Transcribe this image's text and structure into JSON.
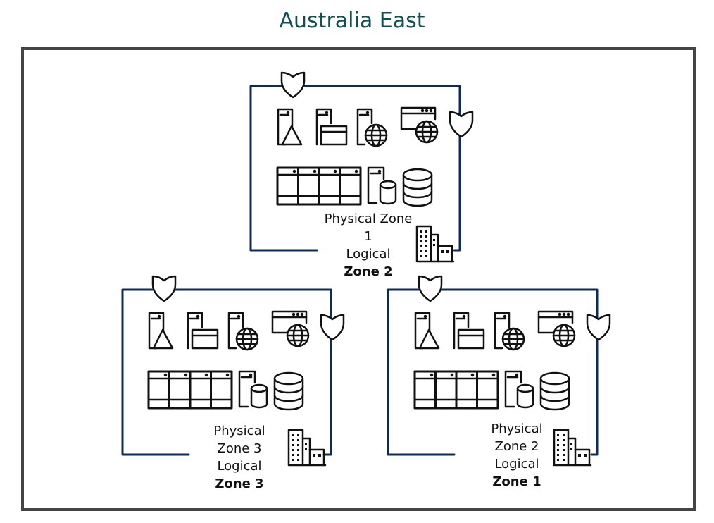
{
  "title": "Australia East",
  "colors": {
    "title": "#0d5156",
    "zone_border": "#0d2a5c",
    "region_border": "#454545",
    "icon": "#111111"
  },
  "zones": [
    {
      "id": "top",
      "physical": "Physical Zone 1",
      "logical": "Logical",
      "logical_zone": "Zone 2"
    },
    {
      "id": "left",
      "physical": "Physical Zone 3",
      "logical": "Logical",
      "logical_zone": "Zone 3"
    },
    {
      "id": "right",
      "physical": "Physical Zone 2",
      "logical": "Logical",
      "logical_zone": "Zone 1"
    }
  ],
  "icons": [
    "shield-icon",
    "server-triangle-icon",
    "server-window-icon",
    "server-globe-icon",
    "window-globe-icon",
    "server-rack-icon",
    "server-database-icon",
    "database-icon",
    "buildings-icon"
  ]
}
